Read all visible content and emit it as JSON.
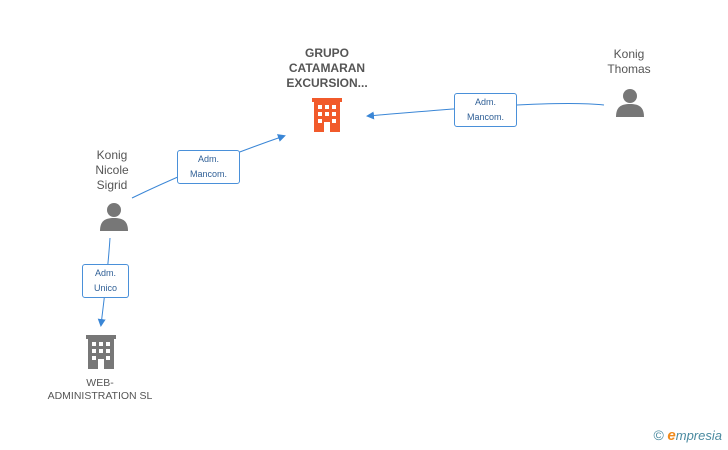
{
  "nodes": {
    "grupo": {
      "label": "GRUPO\nCATAMARAN\nEXCURSION..."
    },
    "thomas": {
      "label": "Konig\nThomas"
    },
    "nicole": {
      "label": "Konig\nNicole\nSigrid"
    },
    "web": {
      "label": "WEB-\nADMINISTRATION SL"
    }
  },
  "edges": [
    {
      "line1": "Adm.",
      "line2": "Mancom."
    },
    {
      "line1": "Adm.",
      "line2": "Mancom."
    },
    {
      "line1": "Adm.",
      "line2": "Unico"
    }
  ],
  "watermark": {
    "copyright": "©",
    "brand_e": "e",
    "brand_rest": "mpresia"
  },
  "colors": {
    "main_company": "#f15a2b",
    "company": "#777777",
    "person": "#777777",
    "edge": "#3a86d6"
  }
}
